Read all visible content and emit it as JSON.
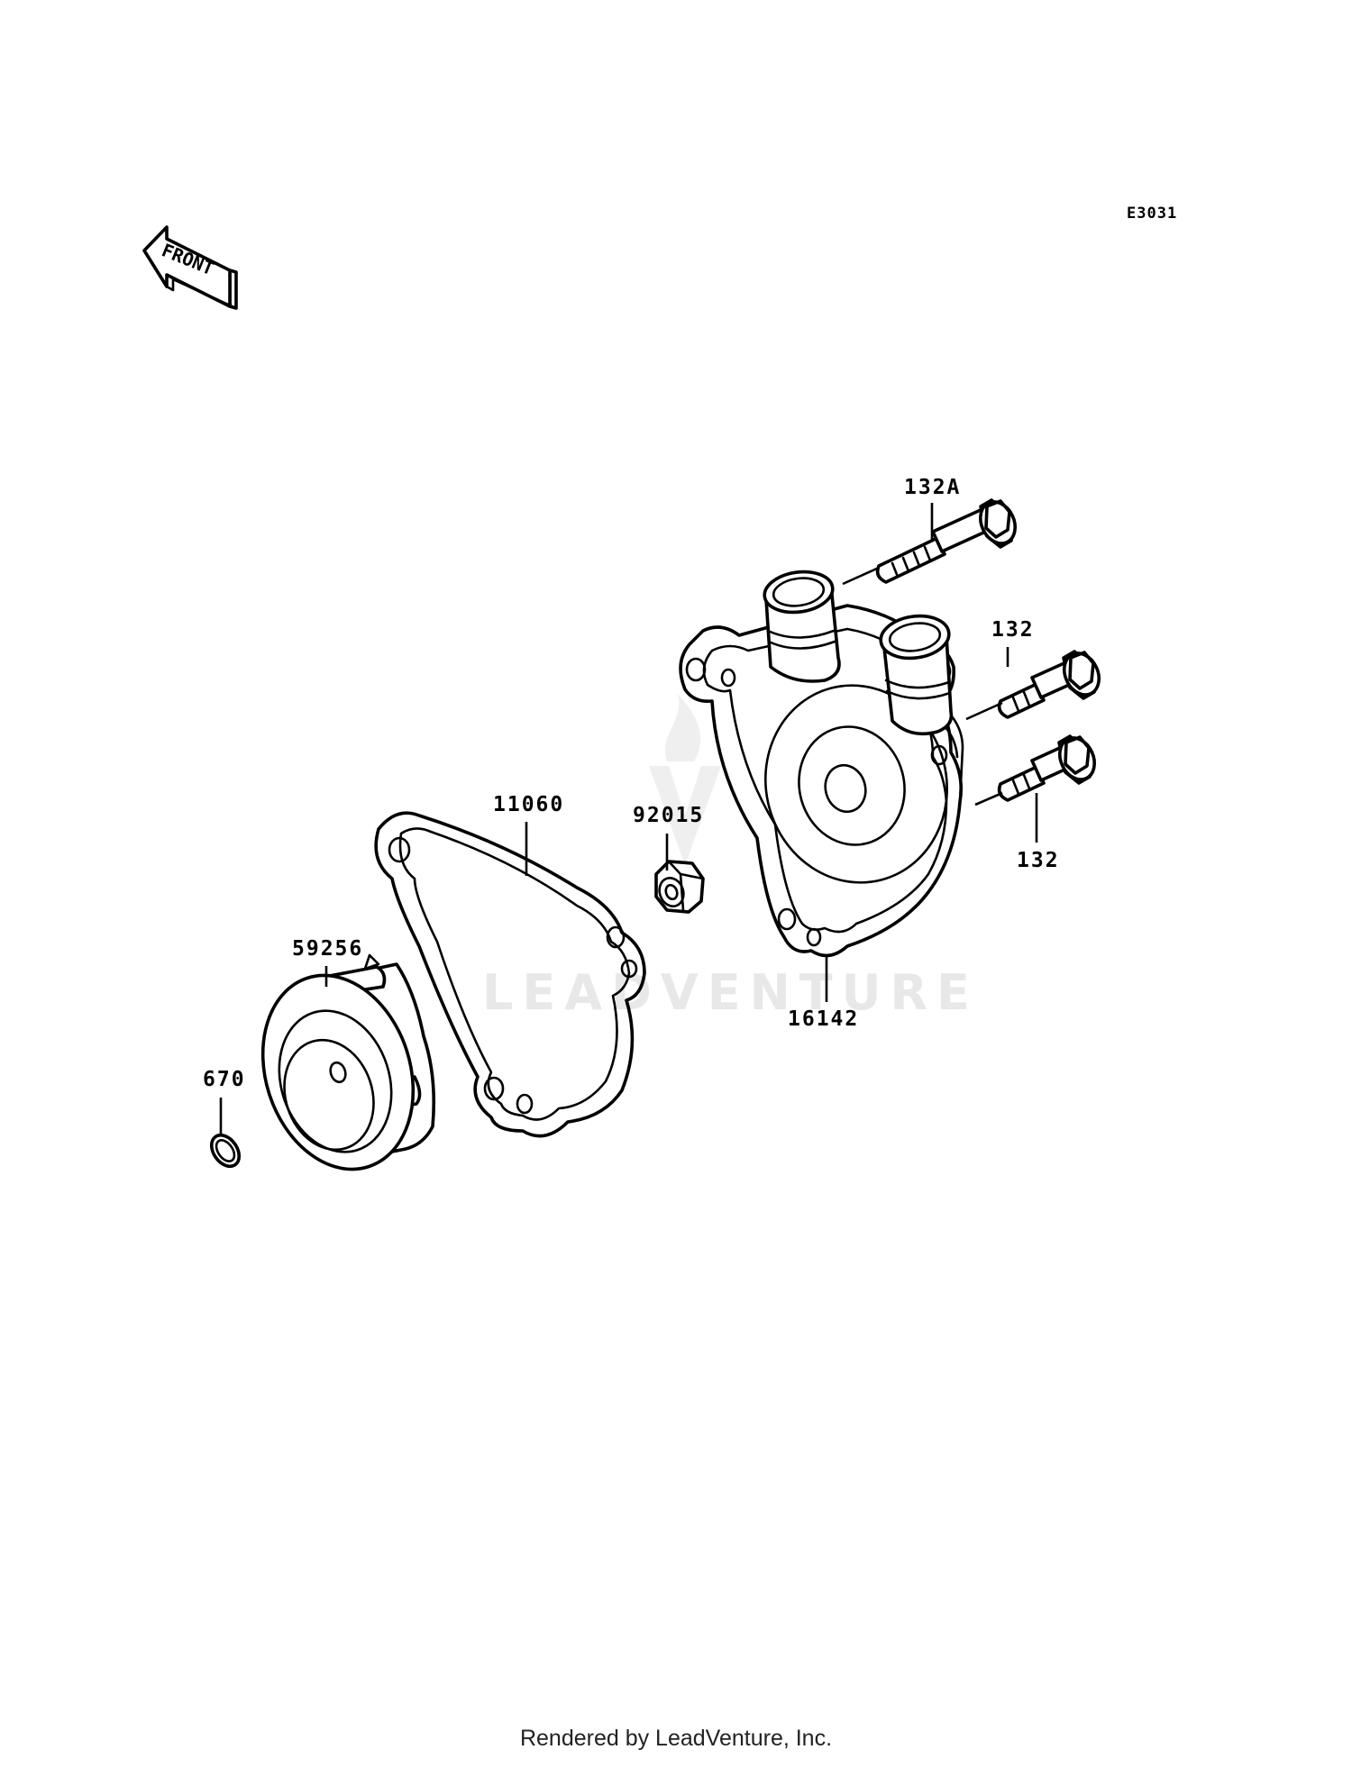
{
  "diagram": {
    "code": "E3031",
    "orientation_label": "FRONT",
    "watermark": "LEADVENTURE",
    "parts": [
      {
        "id": "132A",
        "label": "132A"
      },
      {
        "id": "132-upper",
        "label": "132"
      },
      {
        "id": "132-lower",
        "label": "132"
      },
      {
        "id": "11060",
        "label": "11060"
      },
      {
        "id": "92015",
        "label": "92015"
      },
      {
        "id": "59256",
        "label": "59256"
      },
      {
        "id": "16142",
        "label": "16142"
      },
      {
        "id": "670",
        "label": "670"
      }
    ]
  },
  "footer": {
    "text": "Rendered by LeadVenture, Inc."
  }
}
